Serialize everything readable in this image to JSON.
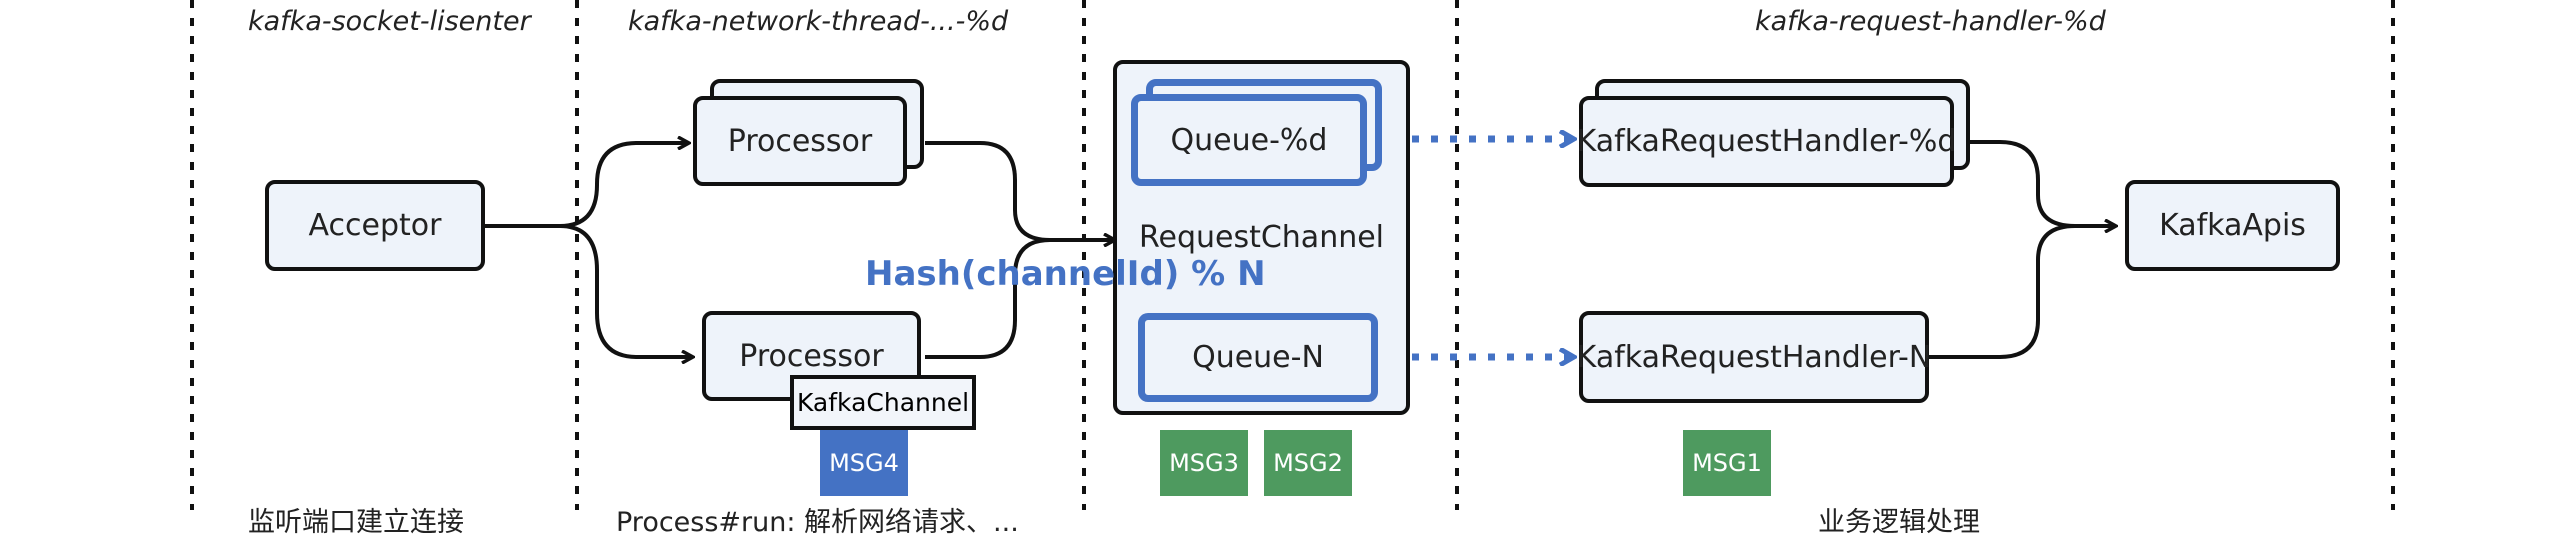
{
  "sections": {
    "socket_title": "kafka-socket-lisenter",
    "network_title": "kafka-network-thread-...-%d",
    "handler_title": "kafka-request-handler-%d",
    "socket_caption": "监听端口建立连接",
    "network_caption": "Process#run: 解析网络请求、...",
    "handler_caption": "业务逻辑处理"
  },
  "nodes": {
    "acceptor": "Acceptor",
    "processor_top": "Processor",
    "processor_bottom": "Processor",
    "kafka_channel": "KafkaChannel",
    "request_channel": "RequestChannel",
    "queue_d": "Queue-%d",
    "queue_n": "Queue-N",
    "handler_d": "KafkaRequestHandler-%d",
    "handler_n": "KafkaRequestHandler-N",
    "kafka_apis": "KafkaApis"
  },
  "annotations": {
    "hash": "Hash(channelId) % N"
  },
  "messages": {
    "msg1": "MSG1",
    "msg2": "MSG2",
    "msg3": "MSG3",
    "msg4": "MSG4"
  },
  "colors": {
    "accent": "#4472c4",
    "msg_green": "#4e9a5f",
    "box_fill": "#eef3fa",
    "stroke": "#111111"
  }
}
